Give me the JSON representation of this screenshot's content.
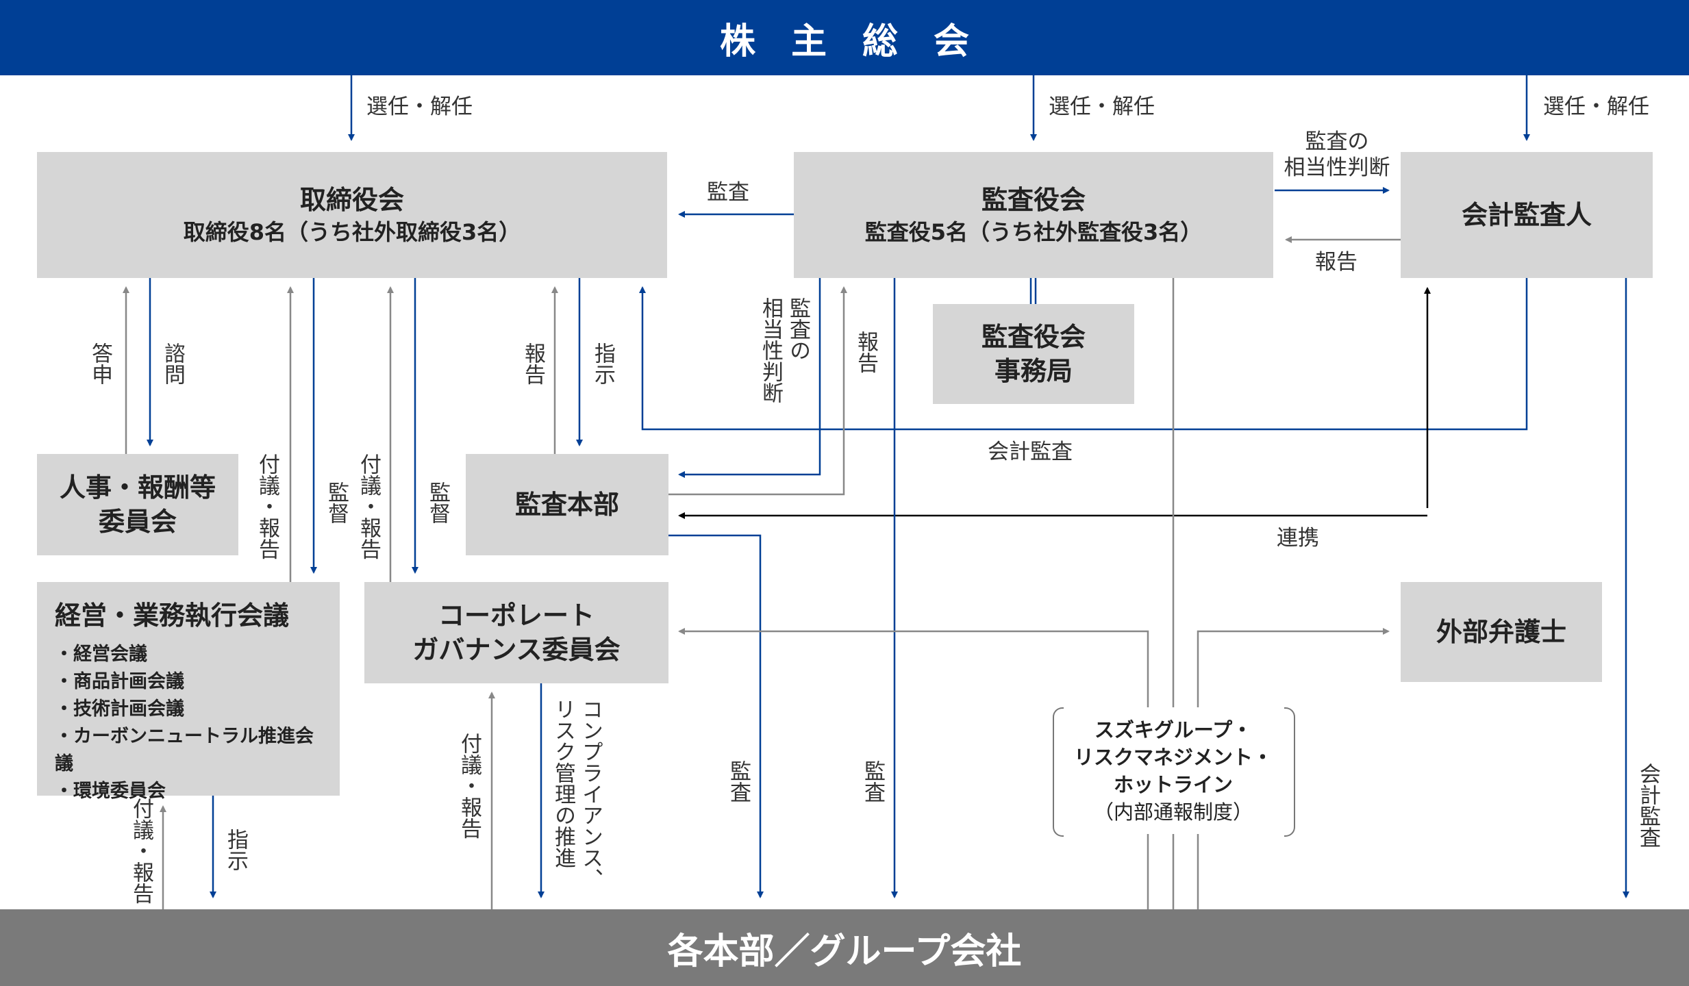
{
  "header": {
    "title": "株　主　総　会"
  },
  "footer": {
    "title": "各本部／グループ会社"
  },
  "boxes": {
    "board": {
      "title": "取締役会",
      "subtitle": "取締役8名（うち社外取締役3名）"
    },
    "audit_board": {
      "title": "監査役会",
      "subtitle": "監査役5名（うち社外監査役3名）"
    },
    "accounting_auditor": {
      "title": "会計監査人"
    },
    "audit_board_office": {
      "line1": "監査役会",
      "line2": "事務局"
    },
    "hr_committee": {
      "line1": "人事・報酬等",
      "line2": "委員会"
    },
    "internal_audit": {
      "title": "監査本部"
    },
    "management_meeting": {
      "title": "経営・業務執行会議",
      "items": [
        "・経営会議",
        "・商品計画会議",
        "・技術計画会議",
        "・カーボンニュートラル推進会議",
        "・環境委員会"
      ]
    },
    "governance_committee": {
      "line1": "コーポレート",
      "line2": "ガバナンス委員会"
    },
    "external_lawyer": {
      "title": "外部弁護士"
    }
  },
  "hotline": {
    "line1": "スズキグループ・",
    "line2": "リスクマネジメント・",
    "line3": "ホットライン",
    "line4": "（内部通報制度）"
  },
  "labels": {
    "elect_dismiss_board": "選任・解任",
    "elect_dismiss_audit": "選任・解任",
    "elect_dismiss_accountant": "選任・解任",
    "audit_to_board": "監査",
    "appropriateness_judgment_h": "監査の\n相当性判断",
    "report_accountant": "報告",
    "answer": "答申",
    "consult": "諮問",
    "report_internal": "報告",
    "instruct_internal": "指示",
    "appropriateness_judgment_v": "監査の\n相当性判断",
    "report_to_audit_board": "報告",
    "accounting_audit_h": "会計監査",
    "cooperation": "連携",
    "propose_report_mgmt": "付議・報告",
    "supervise_mgmt": "監督",
    "propose_report_gov": "付議・報告",
    "supervise_gov": "監督",
    "propose_report_bottom_left": "付議・報告",
    "instruct_bottom": "指示",
    "propose_report_gov_bottom": "付議・報告",
    "compliance_promotion": "コンプライアンス、\nリスク管理の推進",
    "audit_internal_down": "監査",
    "audit_board_down": "監査",
    "accounting_audit_v": "会計監査"
  },
  "colors": {
    "blue": "#003f95",
    "gray_line": "#888888",
    "box": "#d6d6d6",
    "black": "#000000",
    "footer": "#7a7a7a"
  }
}
